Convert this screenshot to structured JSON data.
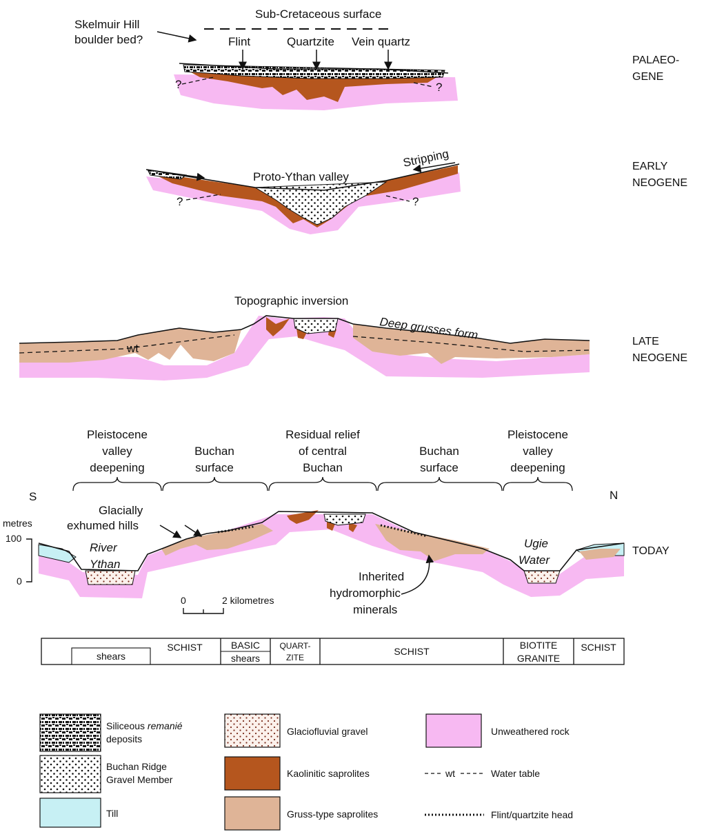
{
  "colors": {
    "pink": "#f7b9f2",
    "brown": "#b5561e",
    "tan": "#dfb497",
    "till": "#c7f0f4",
    "dark": "#111111"
  },
  "eras": {
    "palaeogene": [
      "PALAEO-",
      "GENE"
    ],
    "early_neogene": [
      "EARLY",
      "NEOGENE"
    ],
    "late_neogene": [
      "LATE",
      "NEOGENE"
    ],
    "today": "TODAY"
  },
  "palaeogene": {
    "skelmuir": [
      "Skelmuir Hill",
      "boulder bed?"
    ],
    "sub_cretaceous": "Sub-Cretaceous surface",
    "flint": "Flint",
    "quartzite": "Quartzite",
    "vein_quartz": "Vein quartz",
    "q": "?"
  },
  "early_neogene": {
    "stripping": "Stripping",
    "proto_ythan": "Proto-Ythan valley",
    "q": "?"
  },
  "late_neogene": {
    "topographic_inversion": "Topographic inversion",
    "deep_grusses": "Deep grusses form",
    "wt": "wt"
  },
  "today": {
    "pleistocene_left": [
      "Pleistocene",
      "valley",
      "deepening"
    ],
    "buchan_left": [
      "Buchan",
      "surface"
    ],
    "residual": [
      "Residual relief",
      "of central",
      "Buchan"
    ],
    "buchan_right": [
      "Buchan",
      "surface"
    ],
    "pleistocene_right": [
      "Pleistocene",
      "valley",
      "deepening"
    ],
    "south": "S",
    "north": "N",
    "glacially": [
      "Glacially",
      "exhumed hills"
    ],
    "river_ythan": [
      "River",
      "Ythan"
    ],
    "ugie_water": [
      "Ugie",
      "Water"
    ],
    "inherited": [
      "Inherited",
      "hydromorphic",
      "minerals"
    ],
    "metres": "metres",
    "y100": "100",
    "y0": "0",
    "scale_0": "0",
    "scale_2": "2 kilometres"
  },
  "geology_bar": {
    "shears1": "shears",
    "schist1": "SCHIST",
    "basic": "BASIC",
    "shears2": "shears",
    "quartzite": [
      "QUART-",
      "ZITE"
    ],
    "schist2": "SCHIST",
    "biotite": [
      "BIOTITE",
      "GRANITE"
    ],
    "schist3": "SCHIST"
  },
  "legend": {
    "siliceous": [
      "Siliceous ",
      "remanié",
      "deposits"
    ],
    "buchan_ridge": [
      "Buchan Ridge",
      "Gravel Member"
    ],
    "till": "Till",
    "glaciofluvial": "Glaciofluvial gravel",
    "kaolinitic": "Kaolinitic saprolites",
    "gruss": "Gruss-type saprolites",
    "unweathered": "Unweathered rock",
    "water_table": "Water table",
    "water_table_key": "wt",
    "flint_head": "Flint/quartzite head"
  }
}
